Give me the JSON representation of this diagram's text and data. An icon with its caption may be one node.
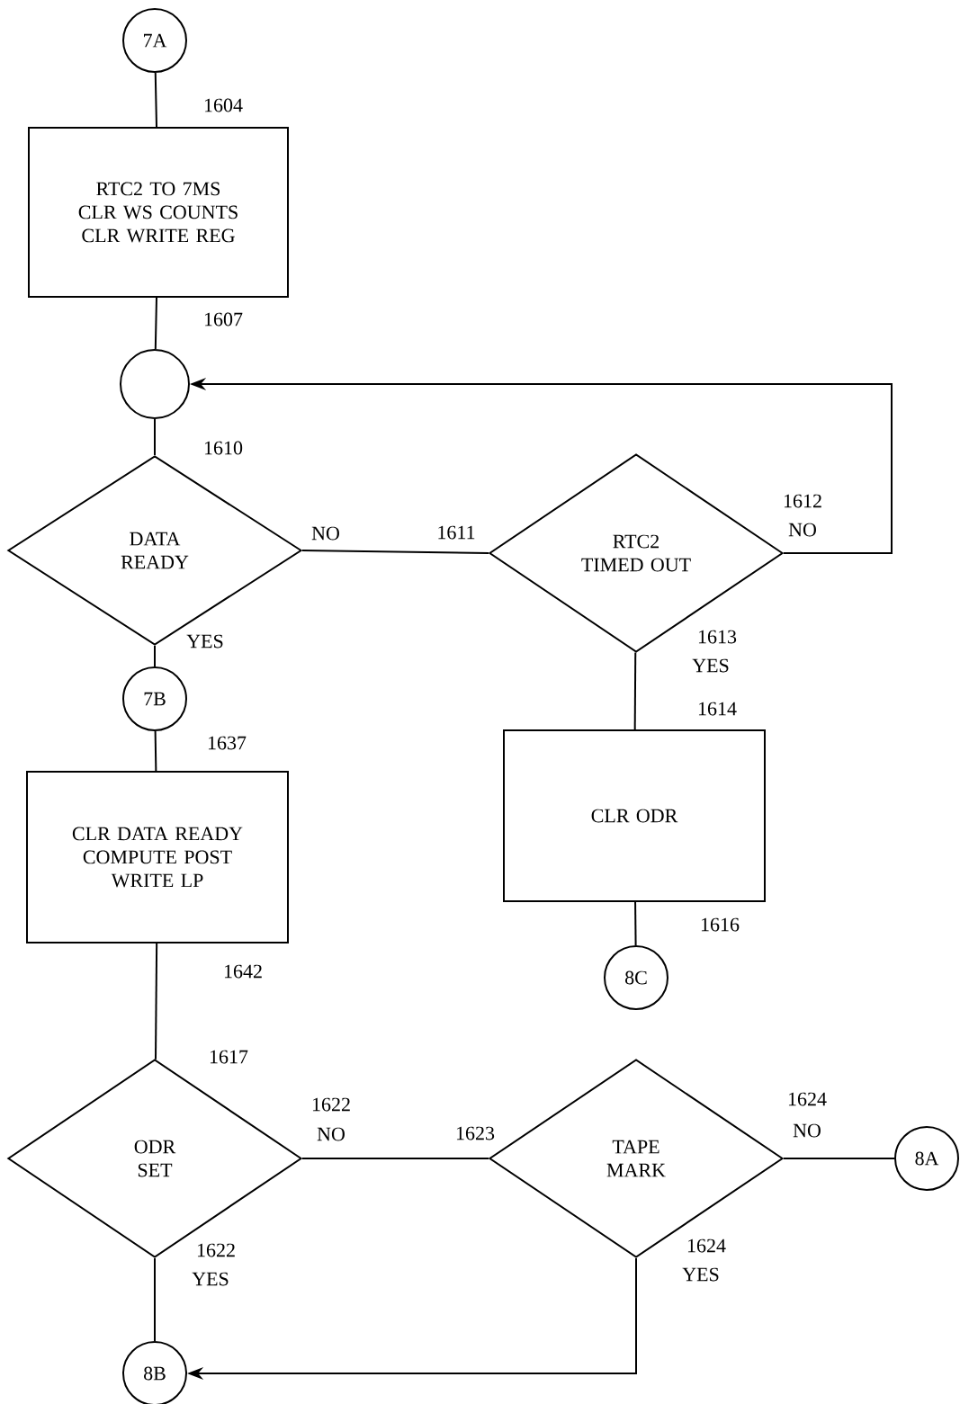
{
  "diagram": {
    "nodes": [
      {
        "text": [
          "7A"
        ]
      },
      {
        "text": [
          "RTC2 TO 7MS CLR WS COUNTS CLR WRITE REG"
        ]
      },
      {
        "text": [],
        "shape": "circle"
      },
      {
        "text": [
          "DATA READY"
        ]
      },
      {
        "text": [
          "RTC2 TIMED OUT"
        ]
      },
      {
        "text": [
          "7B"
        ]
      },
      {
        "text": [
          "CLR DATA READY COMPUTE POST WRITE LP"
        ]
      },
      {
        "text": [
          "CLR ODR"
        ]
      },
      {
        "text": [
          "8C"
        ]
      },
      {
        "text": [
          "ODR SET"
        ]
      },
      {
        "text": [
          "TAPE MARK"
        ]
      },
      {
        "text": [
          "8A"
        ]
      },
      {
        "text": [
          "8B"
        ]
      }
    ],
    "edges": [
      {
        "from": 0,
        "to": 1,
        "arrow": "none"
      },
      {
        "from": 1,
        "to": 2,
        "arrow": "none"
      },
      {
        "from": 2,
        "to": 3,
        "arrow": "none"
      },
      {
        "from": 3,
        "to": 4,
        "arrow": "none"
      },
      {
        "from": 4,
        "to": 2,
        "arrow": "to"
      },
      {
        "from": 3,
        "to": 5,
        "arrow": "none"
      },
      {
        "from": 5,
        "to": 6,
        "arrow": "none"
      },
      {
        "from": 4,
        "to": 7,
        "arrow": "none"
      },
      {
        "from": 7,
        "to": 8,
        "arrow": "none"
      },
      {
        "from": 6,
        "to": 9,
        "arrow": "none"
      },
      {
        "from": 9,
        "to": 10,
        "arrow": "none"
      },
      {
        "from": 10,
        "to": 11,
        "arrow": "none"
      },
      {
        "from": 9,
        "to": 12,
        "arrow": "none"
      },
      {
        "from": 10,
        "to": 12,
        "arrow": "to"
      }
    ],
    "labels": [
      "1604",
      "1607",
      "1610",
      "1612",
      "NO",
      "NO",
      "1611",
      "YES",
      "1613",
      "YES",
      "1614",
      "1637",
      "1616",
      "1642",
      "1617",
      "1622",
      "NO",
      "1624",
      "NO",
      "1623",
      "1622",
      "YES",
      "1624",
      "YES"
    ]
  }
}
